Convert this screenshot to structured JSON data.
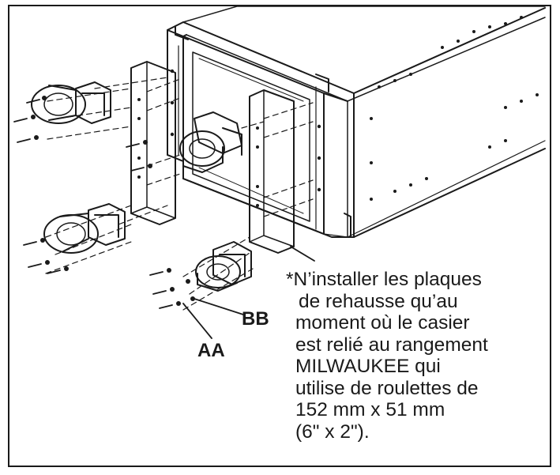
{
  "labels": {
    "aa": "AA",
    "bb": "BB"
  },
  "note": {
    "lines": [
      "*N’installer les plaques",
      "de rehausse qu’au",
      "moment où le casier",
      "est relié au rangement",
      "MILWAUKEE qui",
      "utilise de roulettes de",
      "152 mm x 51 mm",
      "(6\" x 2\")."
    ]
  },
  "colors": {
    "ink": "#1a1a1a",
    "paper": "#ffffff"
  }
}
